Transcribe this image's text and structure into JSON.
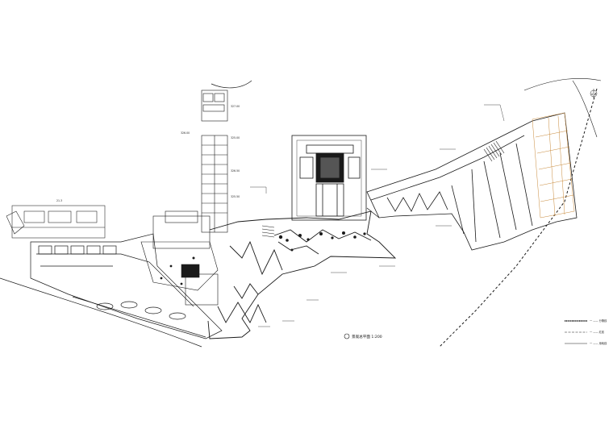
{
  "drawing": {
    "title": "景观总平面 1:200",
    "legend": [
      {
        "label": "一 —— 分隔线",
        "style": "heavy-dash"
      },
      {
        "label": "一 —— 红线",
        "style": "dash"
      },
      {
        "label": "一 —— 用地线",
        "style": "thin"
      }
    ],
    "annotations": {
      "top_elevation_1": "327.00",
      "top_elevation_2": "326.50",
      "side_elevation": "326.00",
      "mid_level_1": "325.50",
      "mid_level_2": "325.00",
      "left_dim": "21.3",
      "right_tag": "A",
      "north_mark": "N"
    }
  },
  "colors": {
    "line": "#1a1a1a",
    "paving_orange": "#c8893a",
    "background": "#ffffff"
  }
}
